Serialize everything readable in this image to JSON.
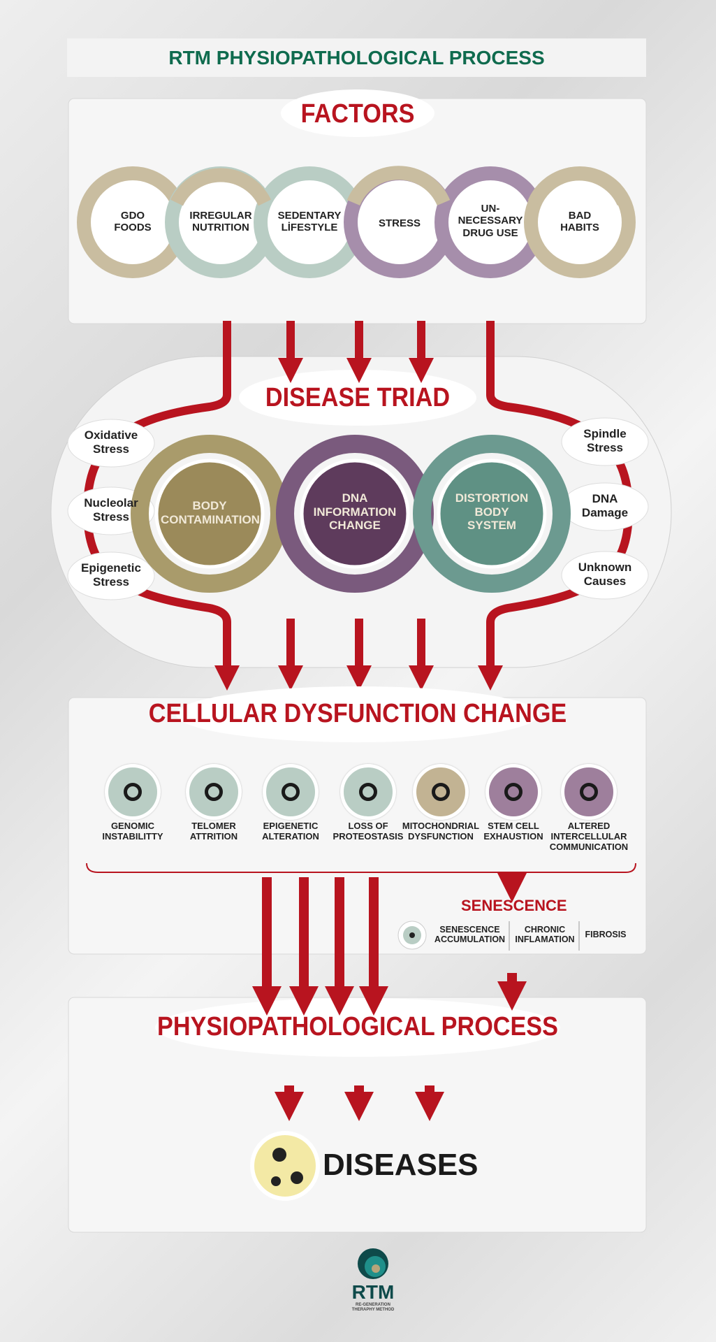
{
  "title": "RTM PHYSIOPATHOLOGICAL PROCESS",
  "factors": {
    "title": "FACTORS",
    "items": [
      "GDO\nFOODS",
      "IRREGULAR\nNUTRITION",
      "SEDENTARY\nLİFESTYLE",
      "STRESS",
      "UN-\nNECESSARY\nDRUG USE",
      "BAD\nHABITS"
    ]
  },
  "triad": {
    "title": "DISEASE TRIAD",
    "left": [
      "Oxidative\nStress",
      "Nucleolar\nStress",
      "Epigenetic\nStress"
    ],
    "right": [
      "Spindle\nStress",
      "DNA\nDamage",
      "Unknown\nCauses"
    ],
    "circles": [
      "BODY\nCONTAMINATION",
      "DNA\nINFORMATION\nCHANGE",
      "DISTORTION\nBODY\nSYSTEM"
    ]
  },
  "cellular": {
    "title": "CELLULAR DYSFUNCTION CHANGE",
    "items": [
      {
        "label": "GENOMIC\nINSTABILITTY",
        "icon": "dna-helix-icon",
        "color": "#b9cdc4"
      },
      {
        "label": "TELOMER\nATTRITION",
        "icon": "telomere-icon",
        "color": "#b9cdc4"
      },
      {
        "label": "EPIGENETIC\nALTERATION",
        "icon": "chromatin-icon",
        "color": "#b9cdc4"
      },
      {
        "label": "LOSS OF\nPROTEOSTASIS",
        "icon": "protein-icon",
        "color": "#b9cdc4"
      },
      {
        "label": "MITOCHONDRIAL\nDYSFUNCTION",
        "icon": "mitochondria-icon",
        "color": "#c2b393"
      },
      {
        "label": "STEM CELL\nEXHAUSTION",
        "icon": "stem-cell-icon",
        "color": "#9e7f9c"
      },
      {
        "label": "ALTERED\nINTERCELLULAR\nCOMMUNICATION",
        "icon": "cell-communication-icon",
        "color": "#9e7f9c"
      }
    ],
    "senescence": {
      "title": "SENESCENCE",
      "items": [
        "SENESCENCE\nACCUMULATION",
        "CHRONIC\nINFLAMATION",
        "FIBROSIS"
      ]
    }
  },
  "physio": {
    "title": "PHYSIOPATHOLOGICAL PROCESS",
    "result": "DISEASES"
  },
  "logo": {
    "name": "RTM",
    "tagline": "RE-GENERATION\nTHERAPHY METHOD"
  },
  "colors": {
    "red": "#b8141f",
    "green": "#0f6b4e",
    "tan": "#c9bda0",
    "sage": "#b9cdc4",
    "purple": "#a68eab"
  }
}
